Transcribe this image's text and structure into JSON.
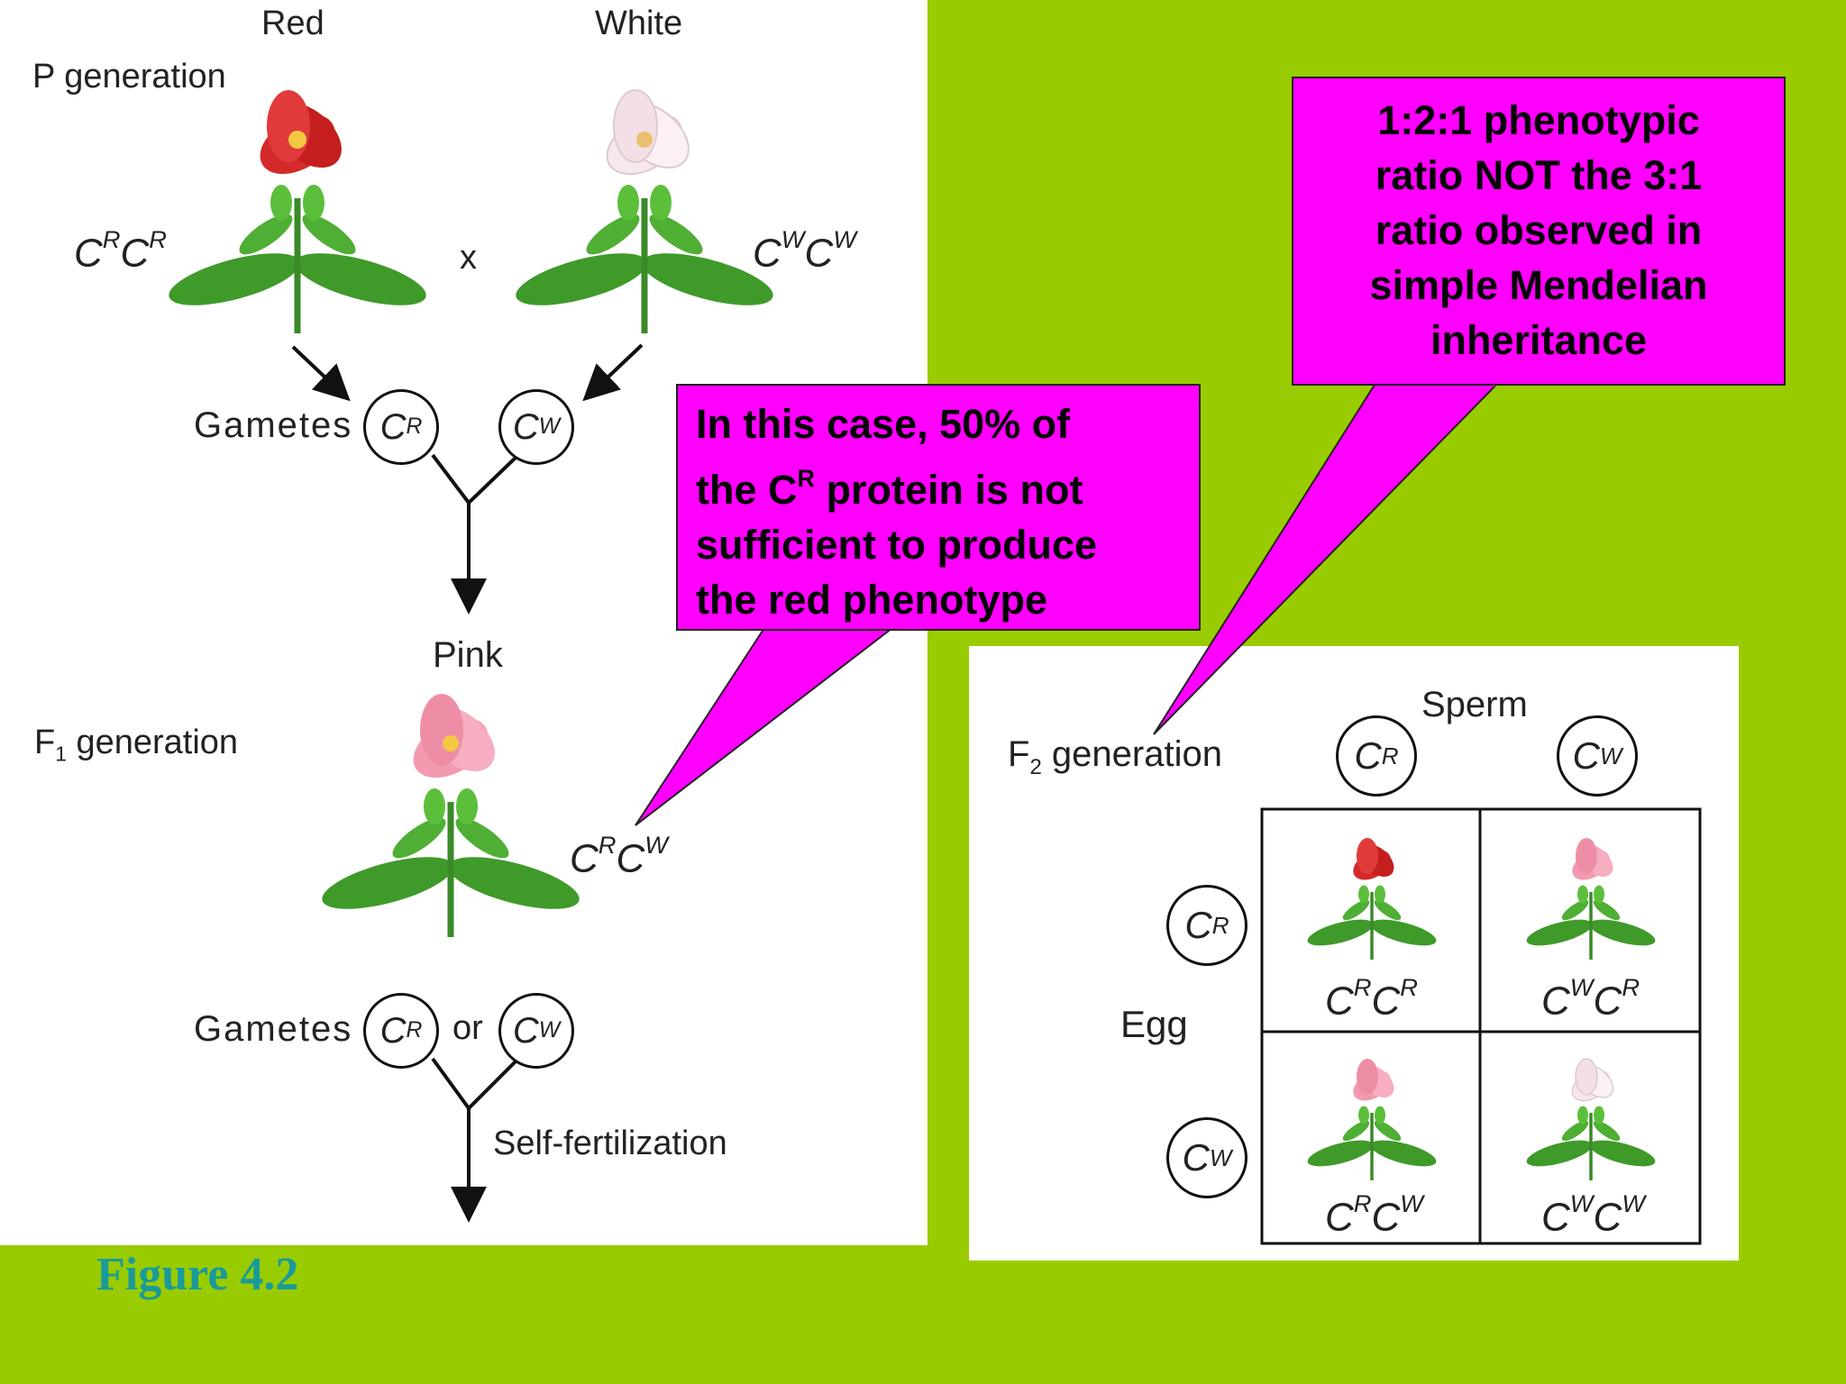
{
  "figure_label": "Figure 4.2",
  "left": {
    "red_label": "Red",
    "white_label": "White",
    "p_generation": "P generation",
    "cross_symbol": "x",
    "parent1_genotype": {
      "base1": "C",
      "sup1": "R",
      "base2": "C",
      "sup2": "R"
    },
    "parent2_genotype": {
      "base1": "C",
      "sup1": "W",
      "base2": "C",
      "sup2": "W"
    },
    "gametes_label": "Gametes",
    "gamete_r": {
      "base": "C",
      "sup": "R"
    },
    "gamete_w": {
      "base": "C",
      "sup": "W"
    },
    "pink_label": "Pink",
    "f1_generation": {
      "prefix": "F",
      "sub": "1",
      "suffix": " generation"
    },
    "f1_genotype": {
      "base1": "C",
      "sup1": "R",
      "base2": "C",
      "sup2": "W"
    },
    "gametes2_label": "Gametes",
    "or_label": "or",
    "self_fertilization": "Self-fertilization"
  },
  "right": {
    "f2_generation": {
      "prefix": "F",
      "sub": "2",
      "suffix": " generation"
    },
    "sperm_label": "Sperm",
    "egg_label": "Egg",
    "cells": [
      {
        "g1": "C",
        "s1": "R",
        "g2": "C",
        "s2": "R",
        "color": "red"
      },
      {
        "g1": "C",
        "s1": "W",
        "g2": "C",
        "s2": "R",
        "color": "pink"
      },
      {
        "g1": "C",
        "s1": "R",
        "g2": "C",
        "s2": "W",
        "color": "pink"
      },
      {
        "g1": "C",
        "s1": "W",
        "g2": "C",
        "s2": "W",
        "color": "white"
      }
    ]
  },
  "callouts": {
    "case_text_line1": "In this case, 50% of",
    "case_text_line2_pre": "the C",
    "case_text_line2_sup": "R",
    "case_text_line2_post": " protein is not",
    "case_text_line3": "sufficient to produce",
    "case_text_line4": "the red phenotype",
    "ratio_line1": "1:2:1 phenotypic",
    "ratio_line2": "ratio NOT the 3:1",
    "ratio_line3": "ratio observed in",
    "ratio_line4": "simple Mendelian",
    "ratio_line5": "inheritance"
  },
  "colors": {
    "background": "#99cc00",
    "callout": "#ff00ff",
    "figure_label": "#1a9a9a",
    "flower_red": "#d42a2a",
    "flower_pink": "#f29bb0",
    "flower_white": "#f7e8ee",
    "leaf": "#3f9a2a"
  }
}
